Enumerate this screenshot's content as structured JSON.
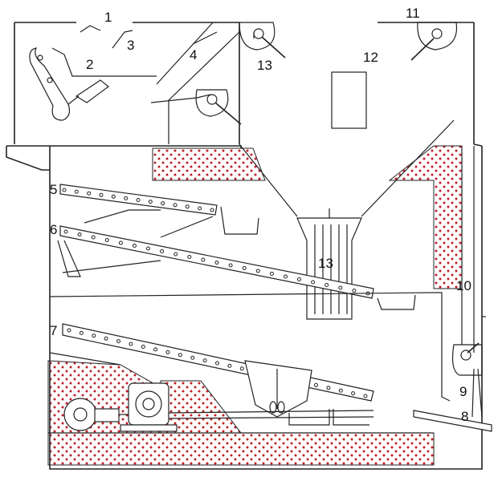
{
  "diagram": {
    "colors": {
      "line": "#222222",
      "dots": "#c0202a",
      "background": "#ffffff"
    },
    "callouts": [
      "1",
      "2",
      "3",
      "4",
      "5",
      "6",
      "7",
      "8",
      "9",
      "10",
      "11",
      "12",
      "13",
      "13"
    ],
    "icons": {
      "fan": "fan-impeller-icon",
      "motor": "electric-motor-icon",
      "pulley": "belt-pulley-icon",
      "handle": "lever-handle-icon"
    }
  }
}
